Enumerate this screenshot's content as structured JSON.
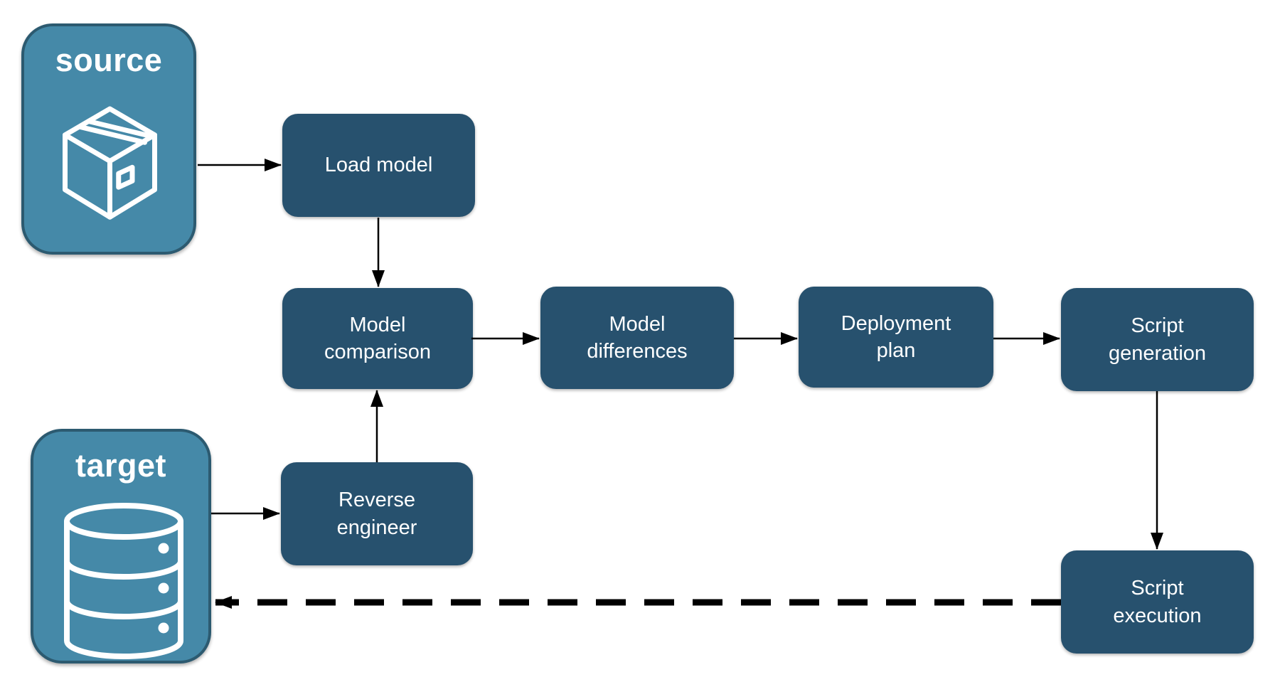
{
  "diagram": {
    "containers": [
      {
        "id": "source",
        "label": "source",
        "icon": "package-icon"
      },
      {
        "id": "target",
        "label": "target",
        "icon": "database-icon"
      }
    ],
    "nodes": [
      {
        "id": "load-model",
        "label": "Load model",
        "lines": [
          "Load model"
        ]
      },
      {
        "id": "model-comparison",
        "label": "Model comparison",
        "lines": [
          "Model",
          "comparison"
        ]
      },
      {
        "id": "model-differences",
        "label": "Model differences",
        "lines": [
          "Model",
          "differences"
        ]
      },
      {
        "id": "deployment-plan",
        "label": "Deployment plan",
        "lines": [
          "Deployment",
          "plan"
        ]
      },
      {
        "id": "script-generation",
        "label": "Script generation",
        "lines": [
          "Script",
          "generation"
        ]
      },
      {
        "id": "reverse-engineer",
        "label": "Reverse engineer",
        "lines": [
          "Reverse",
          "engineer"
        ]
      },
      {
        "id": "script-execution",
        "label": "Script execution",
        "lines": [
          "Script",
          "execution"
        ]
      }
    ],
    "edges": [
      {
        "from": "source",
        "to": "load-model",
        "style": "solid"
      },
      {
        "from": "load-model",
        "to": "model-comparison",
        "style": "solid"
      },
      {
        "from": "model-comparison",
        "to": "model-differences",
        "style": "solid"
      },
      {
        "from": "model-differences",
        "to": "deployment-plan",
        "style": "solid"
      },
      {
        "from": "deployment-plan",
        "to": "script-generation",
        "style": "solid"
      },
      {
        "from": "script-generation",
        "to": "script-execution",
        "style": "solid"
      },
      {
        "from": "target",
        "to": "reverse-engineer",
        "style": "solid"
      },
      {
        "from": "reverse-engineer",
        "to": "model-comparison",
        "style": "solid"
      },
      {
        "from": "script-execution",
        "to": "target",
        "style": "dashed"
      }
    ],
    "colors": {
      "node_fill": "#27516E",
      "container_fill": "#4589A8",
      "container_border": "#2C5A70",
      "arrow": "#000000",
      "label_text": "#FFFFFF",
      "background": "#FFFFFF"
    }
  }
}
